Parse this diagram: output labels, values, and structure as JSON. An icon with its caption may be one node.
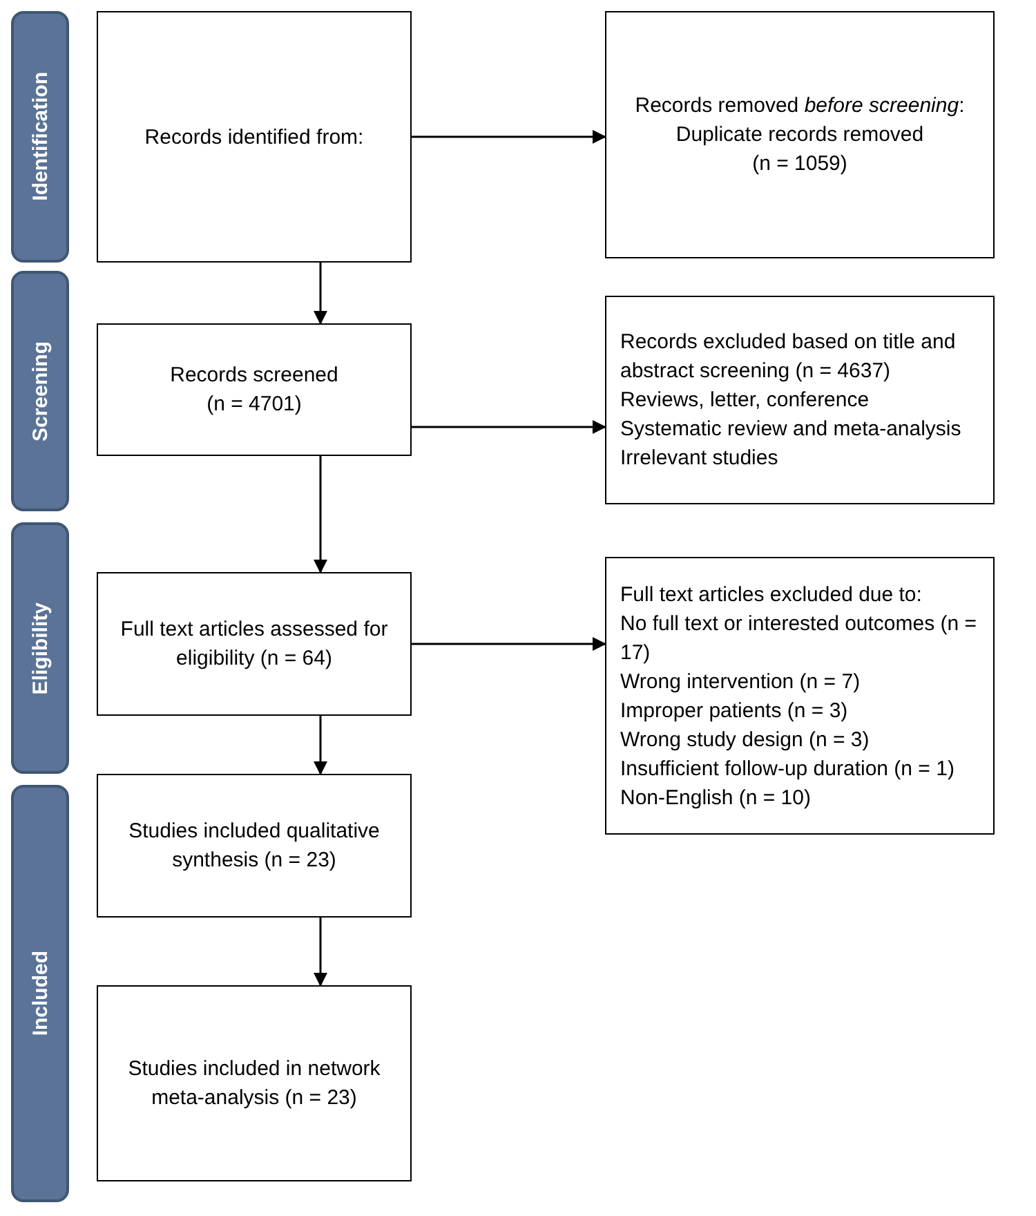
{
  "diagram": {
    "nodes": [
      {
        "text": [
          "Identification"
        ]
      },
      {
        "text": [
          "Records identified from:"
        ]
      },
      {
        "text": [
          "Records removed *before screening*:",
          "Duplicate records removed",
          "(n = 1059)"
        ]
      },
      {
        "text": [
          "Screening"
        ]
      },
      {
        "text": [
          "Records screened",
          "(n = 4701)"
        ]
      },
      {
        "text": [
          "Records excluded based on title and abstract screening (n = 4637)",
          "Reviews, letter, conference",
          "Systematic review and meta-analysis",
          "Irrelevant studies"
        ]
      },
      {
        "text": [
          "Eligibility"
        ]
      },
      {
        "text": [
          "Full text articles assessed for eligibility (n = 64)"
        ]
      },
      {
        "text": [
          "Full text articles excluded due to:",
          "No full text or interested outcomes (n = 17)",
          "Wrong intervention (n = 7)",
          "Improper patients (n = 3)",
          "Wrong study design (n = 3)",
          "Insufficient follow-up duration (n = 1)",
          "Non-English (n = 10)"
        ]
      },
      {
        "text": [
          "Included"
        ]
      },
      {
        "text": [
          "Studies included qualitative synthesis (n = 23)"
        ]
      },
      {
        "text": [
          "Studies included in network meta-analysis (n = 23)"
        ]
      }
    ],
    "edges": [
      {
        "from": 1,
        "to": 2,
        "arrow": "to"
      },
      {
        "from": 1,
        "to": 4,
        "arrow": "to"
      },
      {
        "from": 4,
        "to": 5,
        "arrow": "to"
      },
      {
        "from": 4,
        "to": 7,
        "arrow": "to"
      },
      {
        "from": 7,
        "to": 8,
        "arrow": "to"
      },
      {
        "from": 7,
        "to": 10,
        "arrow": "to"
      },
      {
        "from": 10,
        "to": 11,
        "arrow": "to"
      }
    ]
  }
}
